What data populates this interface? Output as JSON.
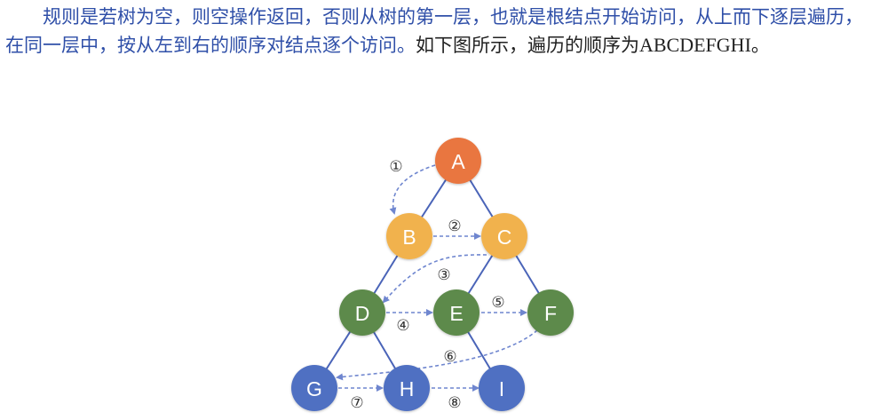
{
  "paragraph": {
    "highlight": "规则是若树为空，则空操作返回，否则从树的第一层，也就是根结点开始访问，从上而下逐层遍历，在同一层中，按从左到右的顺序对结点逐个访问。",
    "plain_start": "如下图所示，遍历的顺序为",
    "sequence": "ABCDEFGHI",
    "plain_end": "。"
  },
  "tree": {
    "colors": {
      "level1": "#e9763f",
      "level2": "#f1b24e",
      "level3": "#5d8a4b",
      "level4": "#4f6fc2",
      "edge": "#4a64b8",
      "arrow": "#6f86cf"
    },
    "nodes": [
      {
        "id": "A",
        "label": "A",
        "level": 1
      },
      {
        "id": "B",
        "label": "B",
        "level": 2
      },
      {
        "id": "C",
        "label": "C",
        "level": 2
      },
      {
        "id": "D",
        "label": "D",
        "level": 3
      },
      {
        "id": "E",
        "label": "E",
        "level": 3
      },
      {
        "id": "F",
        "label": "F",
        "level": 3
      },
      {
        "id": "G",
        "label": "G",
        "level": 4
      },
      {
        "id": "H",
        "label": "H",
        "level": 4
      },
      {
        "id": "I",
        "label": "I",
        "level": 4
      }
    ],
    "edges": [
      [
        "A",
        "B"
      ],
      [
        "A",
        "C"
      ],
      [
        "B",
        "D"
      ],
      [
        "C",
        "E"
      ],
      [
        "C",
        "F"
      ],
      [
        "D",
        "G"
      ],
      [
        "D",
        "H"
      ],
      [
        "E",
        "I"
      ]
    ],
    "steps": [
      {
        "label": "①",
        "from": "A",
        "to": "B"
      },
      {
        "label": "②",
        "from": "B",
        "to": "C"
      },
      {
        "label": "③",
        "from": "C",
        "to": "D"
      },
      {
        "label": "④",
        "from": "D",
        "to": "E"
      },
      {
        "label": "⑤",
        "from": "E",
        "to": "F"
      },
      {
        "label": "⑥",
        "from": "F",
        "to": "G"
      },
      {
        "label": "⑦",
        "from": "G",
        "to": "H"
      },
      {
        "label": "⑧",
        "from": "H",
        "to": "I"
      }
    ]
  }
}
